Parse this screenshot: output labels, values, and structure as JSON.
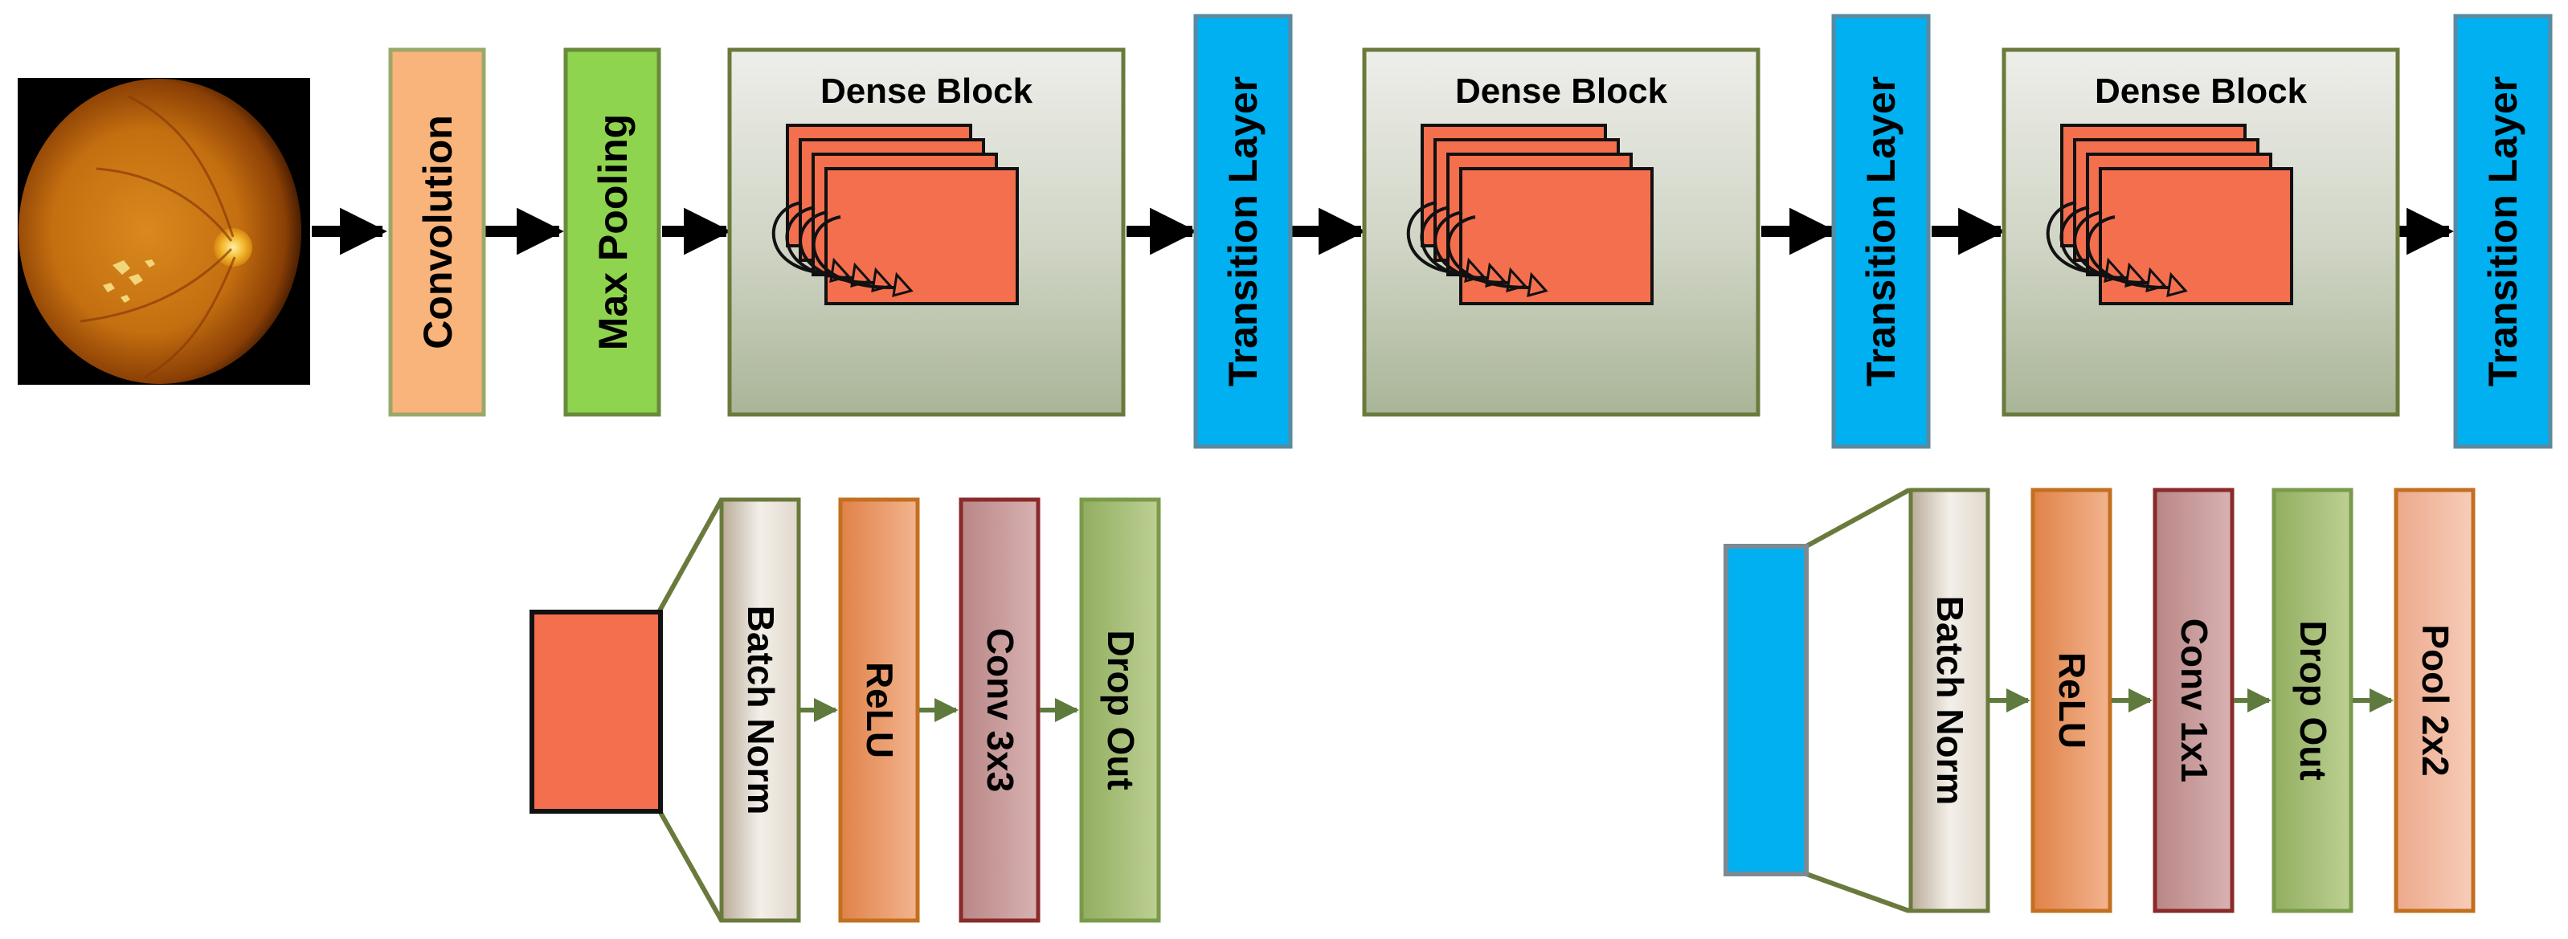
{
  "main_flow": {
    "convolution": "Convolution",
    "max_pooling": "Max Pooling",
    "dense_blocks": [
      {
        "title": "Dense Block"
      },
      {
        "title": "Dense Block"
      },
      {
        "title": "Dense Block"
      }
    ],
    "transition_layers": [
      {
        "label": "Transition Layer"
      },
      {
        "label": "Transition Layer"
      },
      {
        "label": "Transition Layer"
      }
    ]
  },
  "dense_layer_detail": {
    "steps": [
      "Batch Norm",
      "ReLU",
      "Conv 3x3",
      "Drop Out"
    ]
  },
  "transition_layer_detail": {
    "steps": [
      "Batch Norm",
      "ReLU",
      "Conv 1x1",
      "Drop Out",
      "Pool 2x2"
    ]
  },
  "colors": {
    "convolution": "#f8b47a",
    "max_pooling": "#8ed44e",
    "dense_block_top": "#ecece8",
    "dense_block_bottom": "#aab69a",
    "dense_layer": "#f46f4e",
    "transition": "#00b0f0",
    "batch_norm": "#e2d9cc",
    "relu": "#ec9a6a",
    "conv": "#c89a9a",
    "dropout": "#a4bc72",
    "pool": "#f2b8a0",
    "border_olive": "#6a7a3c",
    "arrow_olive": "#5e7a3c"
  }
}
